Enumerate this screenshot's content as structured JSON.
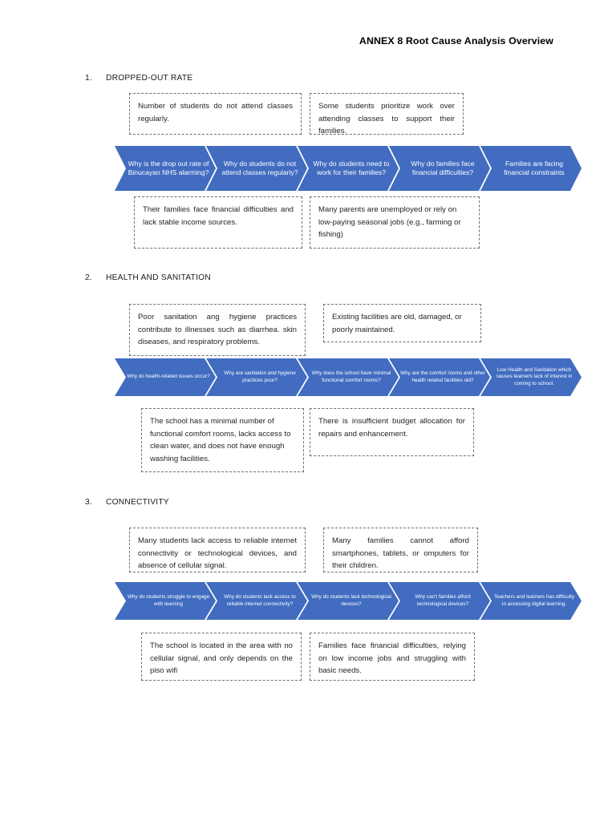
{
  "document": {
    "title": "ANNEX 8 Root Cause Analysis Overview"
  },
  "colors": {
    "chevron_fill": "#416cc0",
    "chevron_text": "#ffffff",
    "box_border": "#6f6f6f",
    "body_text": "#231f20"
  },
  "sections": [
    {
      "number": "1.",
      "title": "DROPPED-OUT RATE",
      "top_boxes": [
        "Number of students do not attend classes regularly.",
        "Some students prioritize work over attending classes to support their families."
      ],
      "chevrons": [
        "Why is the drop out rate of Binucayan NHS alarming?",
        "Why do students do not attend classes regularly?",
        "Why do students need to work for their families?",
        "Why do families face financial difficulties?",
        "Families are facing financial constraints"
      ],
      "bottom_boxes": [
        "Their families face financial difficulties and lack stable income sources.",
        "Many parents are unemployed or rely on low-paying seasonal jobs (e.g., farming or fishing)"
      ]
    },
    {
      "number": "2.",
      "title": "HEALTH AND SANITATION",
      "top_boxes": [
        "Poor sanitation ang hygiene practices contribute to illnesses such as diarrhea. skin diseases, and respiratory problems.",
        "Existing facilities are old, damaged, or poorly maintained."
      ],
      "chevrons": [
        "Why do health-related issues occur?",
        "Why are sanitation and hygiene practices poor?",
        "Why does the school have minimal functional comfort rooms?",
        "Why are the comfort rooms and other health related facilities old?",
        "Low Health and Sanitation which causes learners lack of interest in coming to school."
      ],
      "bottom_boxes": [
        "The school has a minimal number of functional comfort rooms, lacks access to clean water, and does not have enough washing facilities.",
        "There is insufficient budget allocation for repairs and enhancement."
      ]
    },
    {
      "number": "3.",
      "title": "CONNECTIVITY",
      "top_boxes": [
        "Many students lack access to reliable internet connectivity or technological devices, and absence of cellular signal.",
        "Many families cannot afford smartphones, tablets, or omputers for their children."
      ],
      "chevrons": [
        "Why do students struggle to engage with learning",
        "Why do students lack access to reliable internet connectivity?",
        "Why do students lack technological devices?",
        "Why can't families afford technological devices?",
        "Teachers and learners has difficulty in accessing digital learning."
      ],
      "bottom_boxes": [
        "The school is located in the area with no cellular signal, and only depends on the piso wifi",
        "Families face financial difficulties, relying on low income jobs and struggling with basic needs."
      ]
    }
  ]
}
